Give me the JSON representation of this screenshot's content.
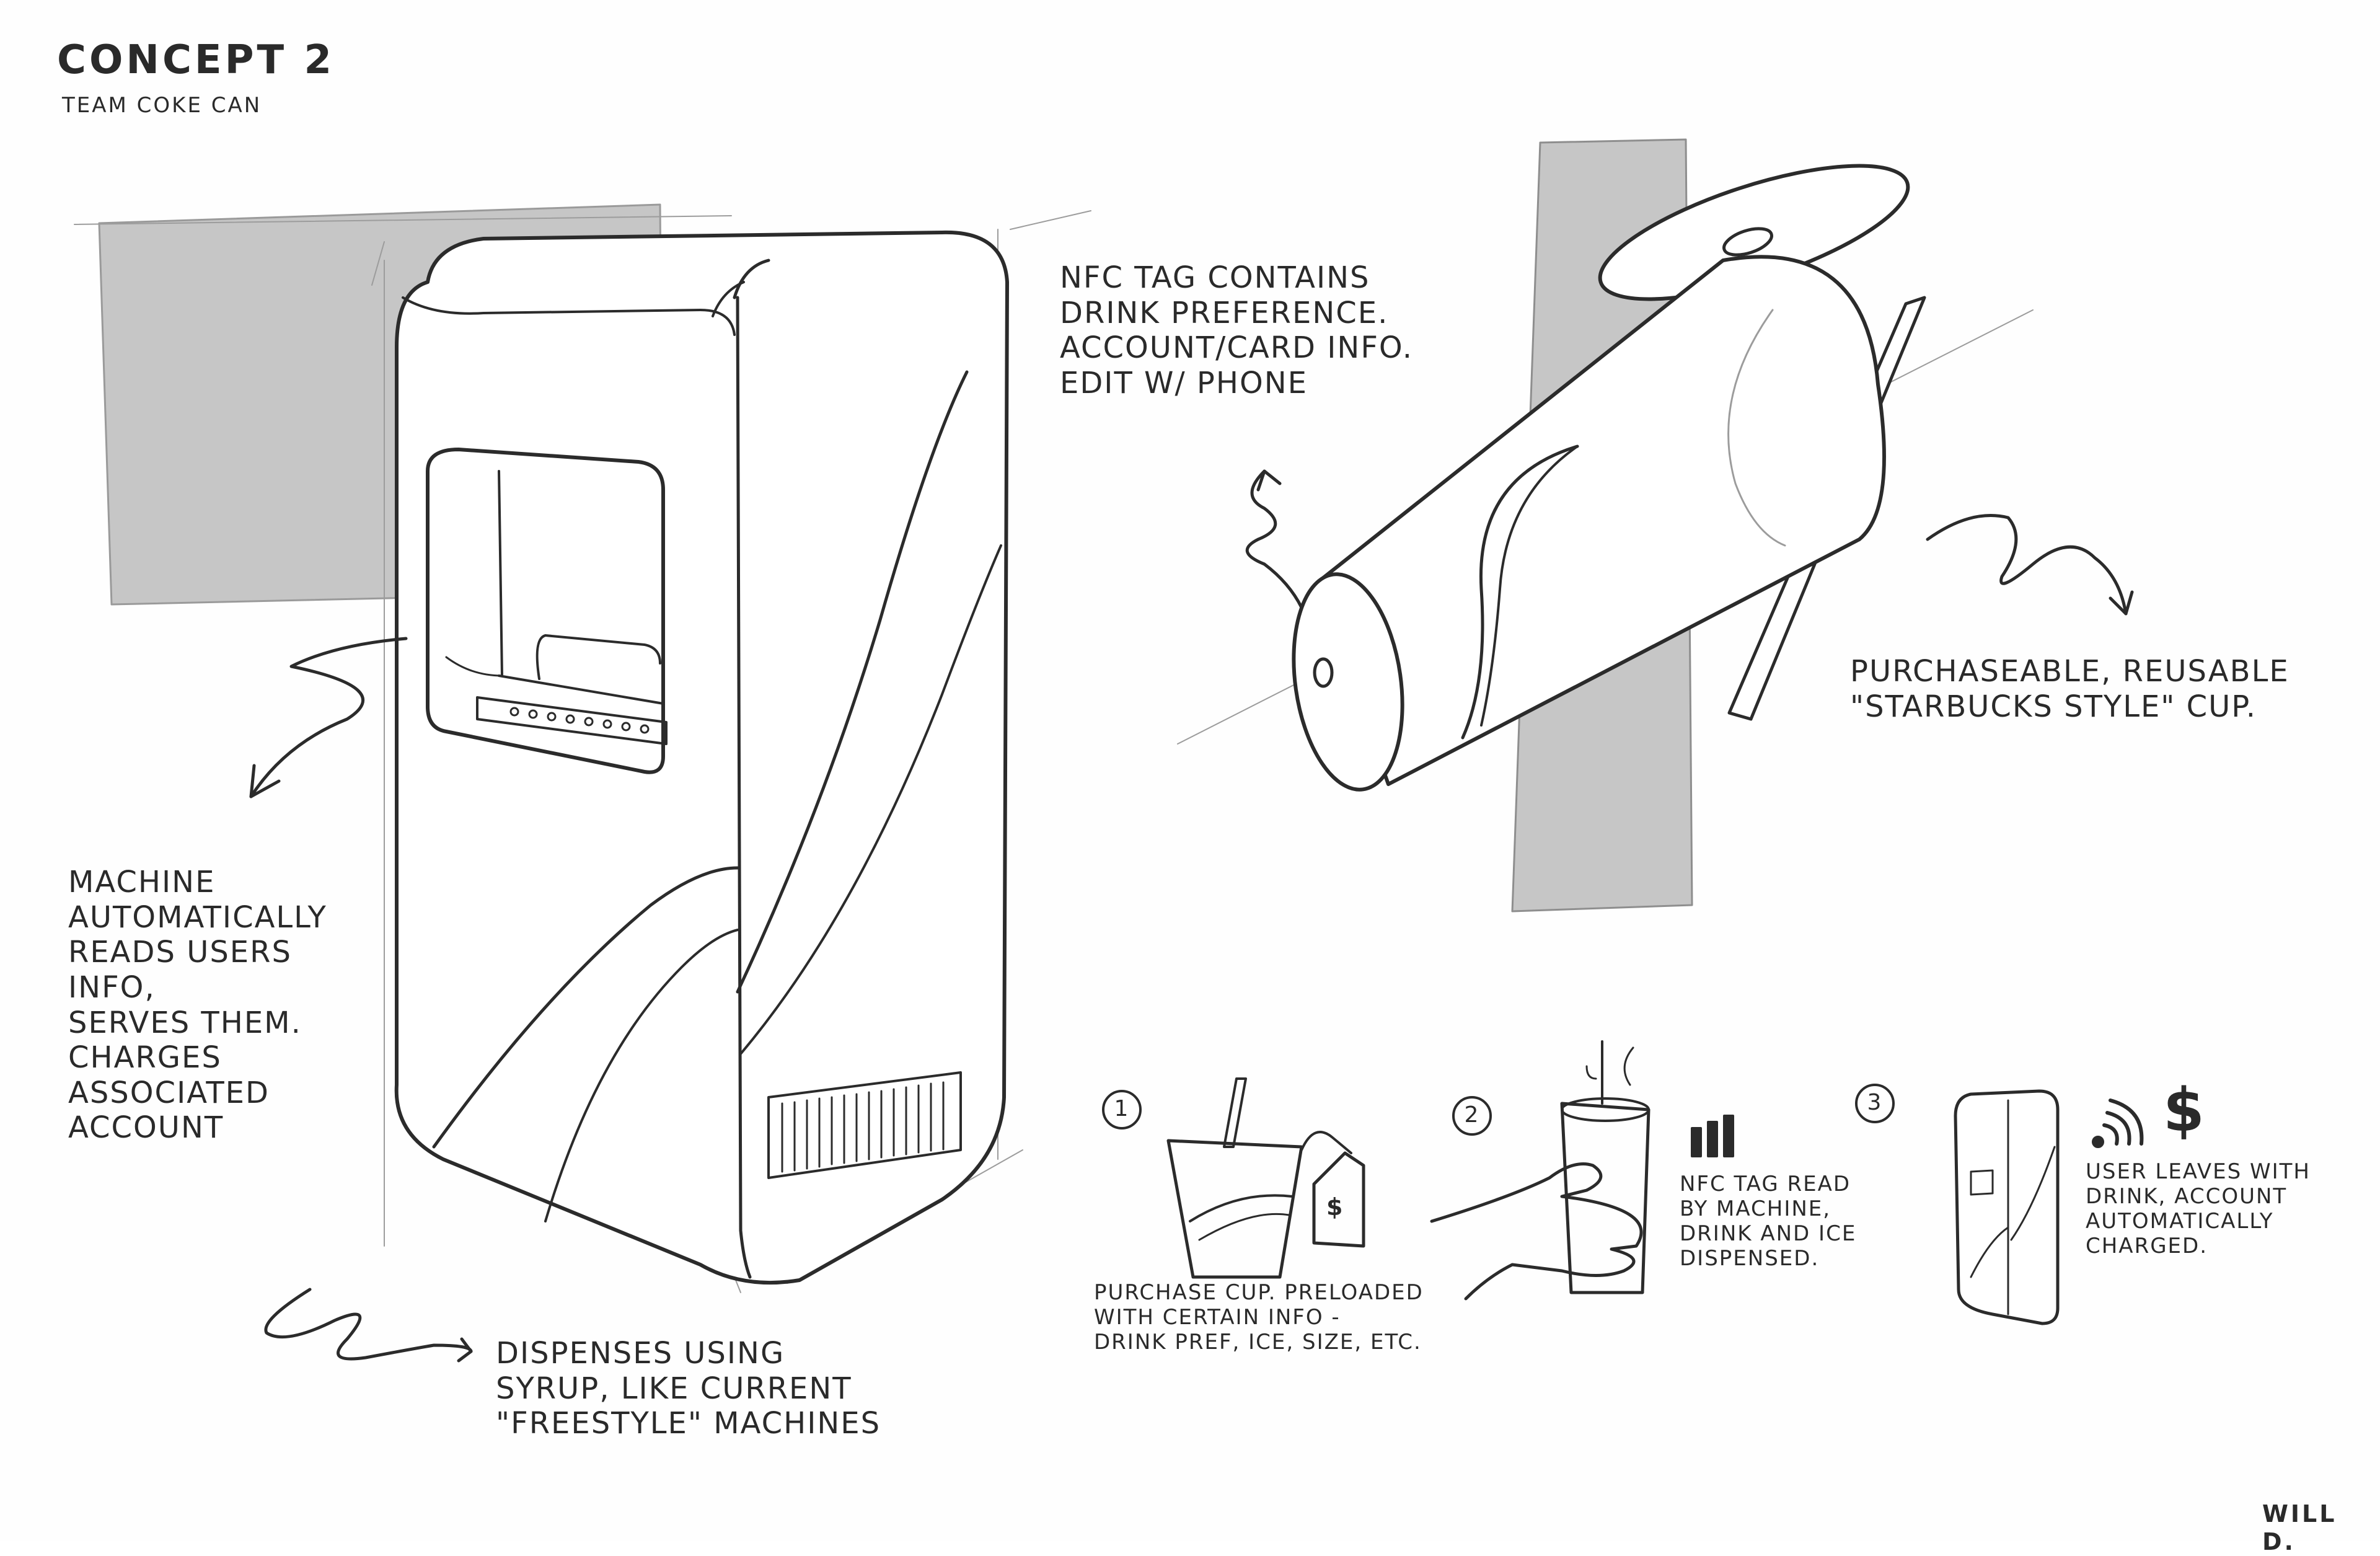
{
  "title": "CONCEPT 2",
  "subtitle": "TEAM COKE CAN",
  "annotations": {
    "nfc_tag": "NFC TAG CONTAINS\nDRINK PREFERENCE.\n      ACCOUNT/CARD INFO.\nEDIT W/ PHONE",
    "purchasable": "PURCHASEABLE, REUSABLE\n\"STARBUCKS STYLE\" CUP.",
    "machine": "MACHINE\n     AUTOMATICALLY\nREADS USERS\n      INFO,\nSERVES THEM.\n   CHARGES\n   ASSOCIATED\n          ACCOUNT",
    "dispenses": "DISPENSES USING\nSYRUP, LIKE CURRENT\n\"FREESTYLE\" MACHINES"
  },
  "steps": [
    {
      "number": "1",
      "text": "PURCHASE CUP. PRELOADED\nWITH CERTAIN INFO -\nDRINK PREF, ICE, SIZE, ETC."
    },
    {
      "number": "2",
      "text": "NFC TAG READ\nBY MACHINE,\nDRINK AND ICE\nDISPENSED."
    },
    {
      "number": "3",
      "text": "USER LEAVES WITH\nDRINK, ACCOUNT\nAUTOMATICALLY\nCHARGED."
    }
  ],
  "tag_symbol": "$",
  "charge_symbol": "$",
  "signature": "WILL D.",
  "colors": {
    "ink": "#2b2b2b",
    "shadow": "#c6c6c6",
    "paper": "#fefefe"
  }
}
